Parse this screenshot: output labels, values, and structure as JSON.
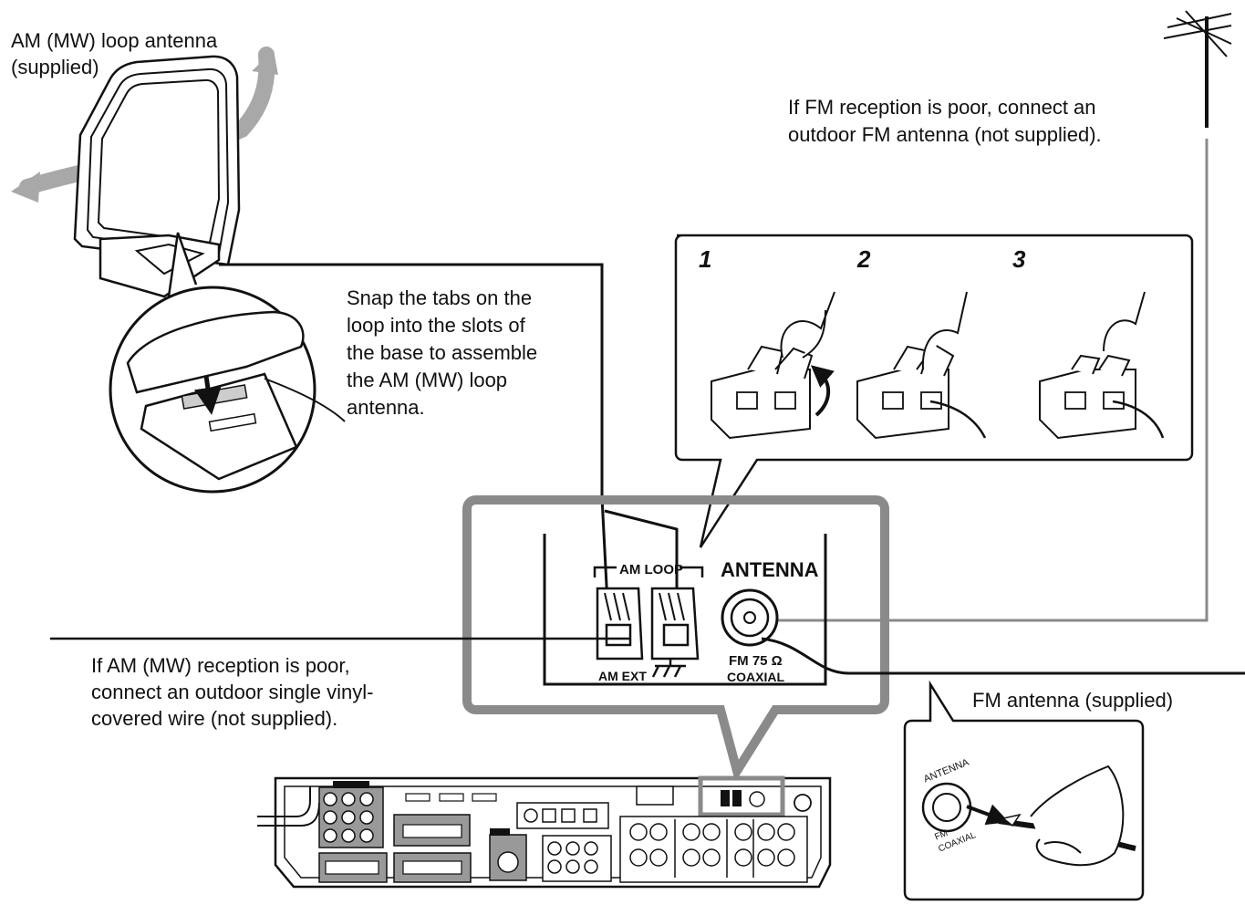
{
  "am_loop": {
    "title_line1": "AM (MW) loop antenna",
    "title_line2": "(supplied)",
    "assembly_note": [
      "Snap the tabs on the",
      "loop into the slots of",
      "the base to assemble",
      "the AM (MW) loop",
      "antenna."
    ]
  },
  "fm_outdoor": {
    "note": [
      "If FM reception is poor, connect an",
      "outdoor FM antenna (not supplied)."
    ]
  },
  "am_outdoor": {
    "note": [
      "If AM (MW) reception is poor,",
      "connect an outdoor single vinyl-",
      "covered wire (not supplied)."
    ]
  },
  "steps": [
    "1",
    "2",
    "3"
  ],
  "terminal_panel": {
    "am_loop_label": "AM LOOP",
    "antenna_label": "ANTENNA",
    "am_ext_label": "AM EXT",
    "fm_label": "FM 75 Ω",
    "coaxial_label": "COAXIAL"
  },
  "fm_supplied": {
    "label": "FM antenna (supplied)",
    "jack_antenna": "ANTENNA",
    "jack_fm": "FM",
    "jack_coaxial": "COAXIAL"
  },
  "colors": {
    "line": "#111111",
    "callout_gray": "#8a8a8a",
    "arrow_gray": "#a6a6a6",
    "panel_gray": "#9a9a9a"
  }
}
